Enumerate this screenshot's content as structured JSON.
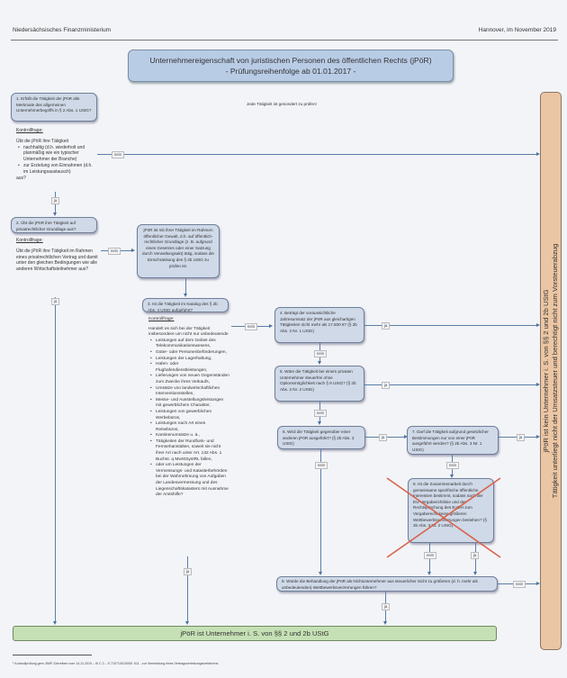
{
  "header": {
    "left": "Niedersächsisches Finanzministerium",
    "right": "Hannover, im November 2019"
  },
  "title": {
    "line1": "Unternehmereigenschaft von juristischen Personen des öffentlichen Rechts (jPöR)",
    "line2": "- Prüfungsreihenfolge ab 01.01.2017 -"
  },
  "note": "Jede Tätigkeit ist gesondert zu prüfen!",
  "q1": {
    "text": "1. Erfüllt die Tätigkeit der jPöR alle Merkmale des allgemeinen Unternehmerbegriffs in § 2 Abs. 1 UStG?",
    "control_label": "Kontrollfrage:",
    "control_intro": "Übt die jPöR ihre Tätigkeit",
    "control_items": [
      "nachhaltig (d.h. wiederholt und planmäßig wie ein typischer Unternehmer der Branche)",
      "zur Erzielung von Einnahmen (d.h. im Leistungsaustausch)"
    ],
    "control_outro": "aus?"
  },
  "q2": {
    "text": "2. Übt die jPöR ihre Tätigkeit auf privatrechtlicher Grundlage aus?",
    "control_label": "Kontrollfrage:",
    "control_text": "Übt die jPöR ihre Tätigkeit im Rahmen eines privatrechtlichen Vertrag und damit unter den gleichen Bedingungen wie alle anderen Wirtschaftsteilnehmer aus?"
  },
  "info_box": "jPöR ist mit ihrer Tätigkeit im Rahmen öffentlicher Gewalt, d.h. auf öffentlich-rechtlicher Grundlage (z. B. aufgrund eines Gesetzes oder einer Satzung durch Verwaltungsakt) tätig, sodass die Einschränkung des § 2b UStG zu prüfen ist.",
  "q3": {
    "text": "3. Ist die Tätigkeit im Katalog des § 2b Abs. 4 UStG aufgeführt?",
    "control_label": "Kontrollfrage:",
    "control_intro": "Handelt es sich bei der Tätigkeit insbesondere um nicht nur unbedeutende",
    "control_items": [
      "Leistungen auf dem Gebiet des Telekommunikationswesens,",
      "Güter- oder Personenbeförderungen,",
      "Leistungen der Lagerhaltung,",
      "Hafen- oder Flughafendienstleistungen,",
      "Lieferungen von neuen Gegenständen zum Zwecke ihres Verkaufs,",
      "Umsätze von landwirtschaftlichen Interventionsstellen,",
      "Messe- und Ausstellungsleistungen mit gewerblichem Charakter,",
      "Leistungen von gewerblichen Werbebüros,",
      "Leistungen nach Art eines Reisebüros,",
      "Kantinenumsätze u. ä.,",
      "Tätigkeiten der Rundfunk- und Fernsehanstalten, soweit sie nicht ihrer Art nach unter Art. 132 Abs. 1 Buchst. q MwStSystRL fallen,",
      "oder um Leistungen der Vermessungs- und Katasterbehörden bei der Wahrnehmung von Aufgaben der Landesvermessung und des Liegenschaftskatasters mit Ausnahme der Amtshilfe?"
    ]
  },
  "q4": "4. Beträgt der voraussichtliche Jahresumsatz der jPöR aus gleichartigen Tätigkeiten nicht mehr als 17.500 €? (§ 2b Abs. 2 Nr. 1 UStG)",
  "q5": "5. Wäre die Tätigkeit bei einem privaten Unternehmer steuerfrei ohne Optionsmöglichkeit nach § 9 UStG? (§ 2b Abs. 2 Nr. 2 UStG)",
  "q6": "6. Wird die Tätigkeit gegenüber einer anderen jPöR ausgeführt? (§ 2b Abs. 3 UStG)",
  "q7": "7. Darf die Tätigkeit aufgrund gesetzlicher Bestimmungen nur von einer jPöR ausgeführt werden? (§ 2b Abs. 3 Nr. 1 UStG)",
  "q8": "8. Ist die Zusammenarbeit durch gemeinsame spezifische öffentliche Interessen bestimmt, sodass nach der EU-Vergaberichtlinie und der Rechtsprechung des EuGH zum Vergaberecht keine größeren Wettbewerbsverzerrungen bestehen? (§ 2b Abs. 3 Nr. 2 UStG)",
  "q9": "9. Würde die Behandlung der jPöR als Nichtunternehmer aus steuerlicher Sicht zu größeren (d. h. mehr als unbedeutenden) Wettbewerbsverzerrungen führen?",
  "labels": {
    "yes": "ja",
    "no": "nein"
  },
  "result_yes": "jPöR ist Unternehmer i. S. von §§ 2 und 2b UStG",
  "result_no": {
    "line1": "jPöR ist kein Unternehmer i. S. von §§ 2 und 2b UStG",
    "line2": "Tätigkeit unterliegt nicht der Umsatzsteuer und berechtigt nicht zum Vorsteuerabzug"
  },
  "footnote": "¹ Kontrollprüfung gem. BMF-Schreiben vom 14.11.2019 – III C 2 – S 7107/19/10005 :011 - zur Vermeidung eines Vertragsverletzungsverfahrens",
  "colors": {
    "question_box": "#cfd9e8",
    "title_box": "#b9cce6",
    "result_yes": "#c5e0b4",
    "result_no": "#ebc6a4",
    "connector": "#5a7fa8",
    "cross": "#d9624a"
  }
}
